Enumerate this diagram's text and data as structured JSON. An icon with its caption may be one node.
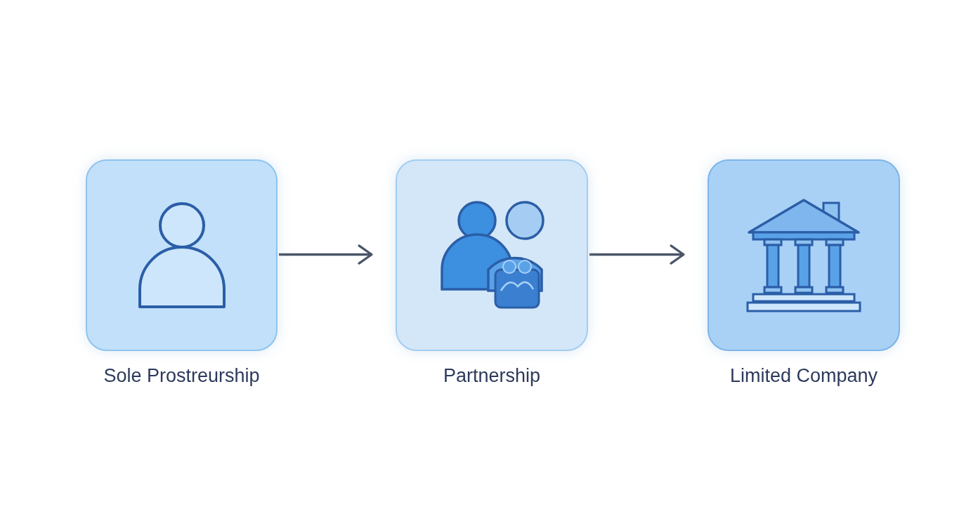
{
  "diagram": {
    "nodes": [
      {
        "text": [
          "Sole Prostreurship"
        ]
      },
      {
        "text": [
          "Partnership"
        ]
      },
      {
        "text": [
          "Limited Company"
        ]
      }
    ],
    "edges": [
      {
        "from": 0,
        "to": 1,
        "arrow": "to"
      },
      {
        "from": 1,
        "to": 2,
        "arrow": "to"
      }
    ]
  }
}
